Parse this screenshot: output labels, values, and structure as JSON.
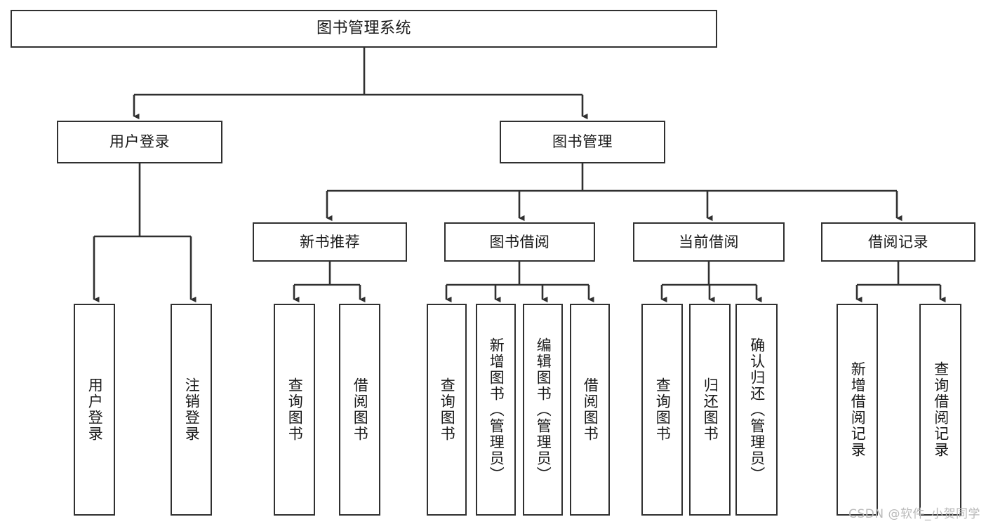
{
  "diagram": {
    "title": "图书管理系统",
    "watermark": "CSDN @软件_小贺同学",
    "colors": {
      "stroke": "#303030",
      "fill": "#ffffff",
      "text": "#1a1a1a",
      "watermark": "#b9b9b9"
    },
    "nodes": {
      "root": {
        "label": "图书管理系统"
      },
      "level2": [
        {
          "key": "user_login",
          "label": "用户登录"
        },
        {
          "key": "book_mgmt",
          "label": "图书管理"
        }
      ],
      "level3": [
        {
          "key": "new_book_rec",
          "label": "新书推荐"
        },
        {
          "key": "book_borrow",
          "label": "图书借阅"
        },
        {
          "key": "current_borrow",
          "label": "当前借阅"
        },
        {
          "key": "borrow_record",
          "label": "借阅记录"
        }
      ],
      "leaves": {
        "user_login": [
          {
            "key": "leaf_user_login",
            "label": "用户登录"
          },
          {
            "key": "leaf_logout",
            "label": "注销登录"
          }
        ],
        "new_book_rec": [
          {
            "key": "leaf_query_book_1",
            "label": "查询图书"
          },
          {
            "key": "leaf_borrow_book_1",
            "label": "借阅图书"
          }
        ],
        "book_borrow": [
          {
            "key": "leaf_query_book_2",
            "label": "查询图书"
          },
          {
            "key": "leaf_add_book",
            "label": "新增图书（管理员）"
          },
          {
            "key": "leaf_edit_book",
            "label": "编辑图书（管理员）"
          },
          {
            "key": "leaf_borrow_book_2",
            "label": "借阅图书"
          }
        ],
        "current_borrow": [
          {
            "key": "leaf_query_book_3",
            "label": "查询图书"
          },
          {
            "key": "leaf_return_book",
            "label": "归还图书"
          },
          {
            "key": "leaf_confirm_return",
            "label": "确认归还（管理员）"
          }
        ],
        "borrow_record": [
          {
            "key": "leaf_add_record",
            "label": "新增借阅记录"
          },
          {
            "key": "leaf_query_record",
            "label": "查询借阅记录"
          }
        ]
      }
    }
  }
}
